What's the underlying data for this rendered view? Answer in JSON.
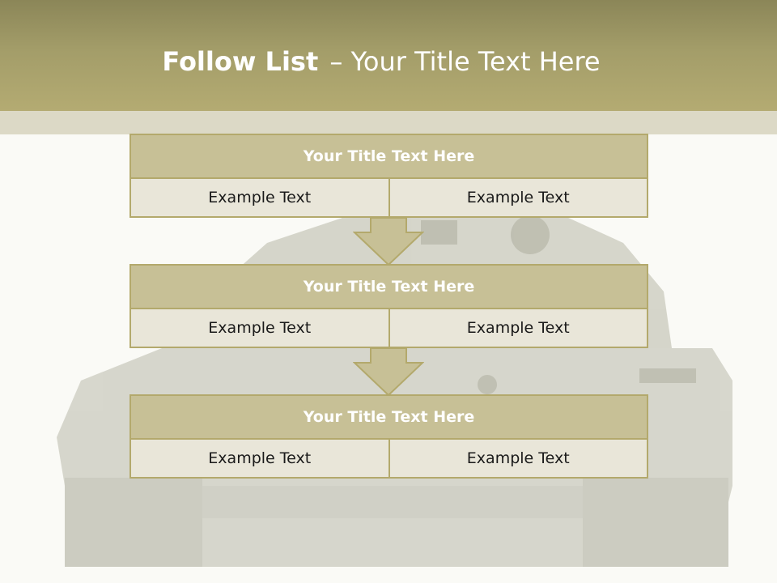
{
  "slide": {
    "title_bold": "Follow List",
    "title_rest": "– Your Title Text Here"
  },
  "blocks": [
    {
      "title": "Your Title Text Here",
      "left": "Example Text",
      "right": "Example Text"
    },
    {
      "title": "Your Title Text Here",
      "left": "Example Text",
      "right": "Example Text"
    },
    {
      "title": "Your Title Text Here",
      "left": "Example Text",
      "right": "Example Text"
    }
  ],
  "colors": {
    "header": "#a39d69",
    "title_fill": "#c7c096",
    "cell_fill": "#e9e6d9",
    "border": "#b3a96c"
  }
}
